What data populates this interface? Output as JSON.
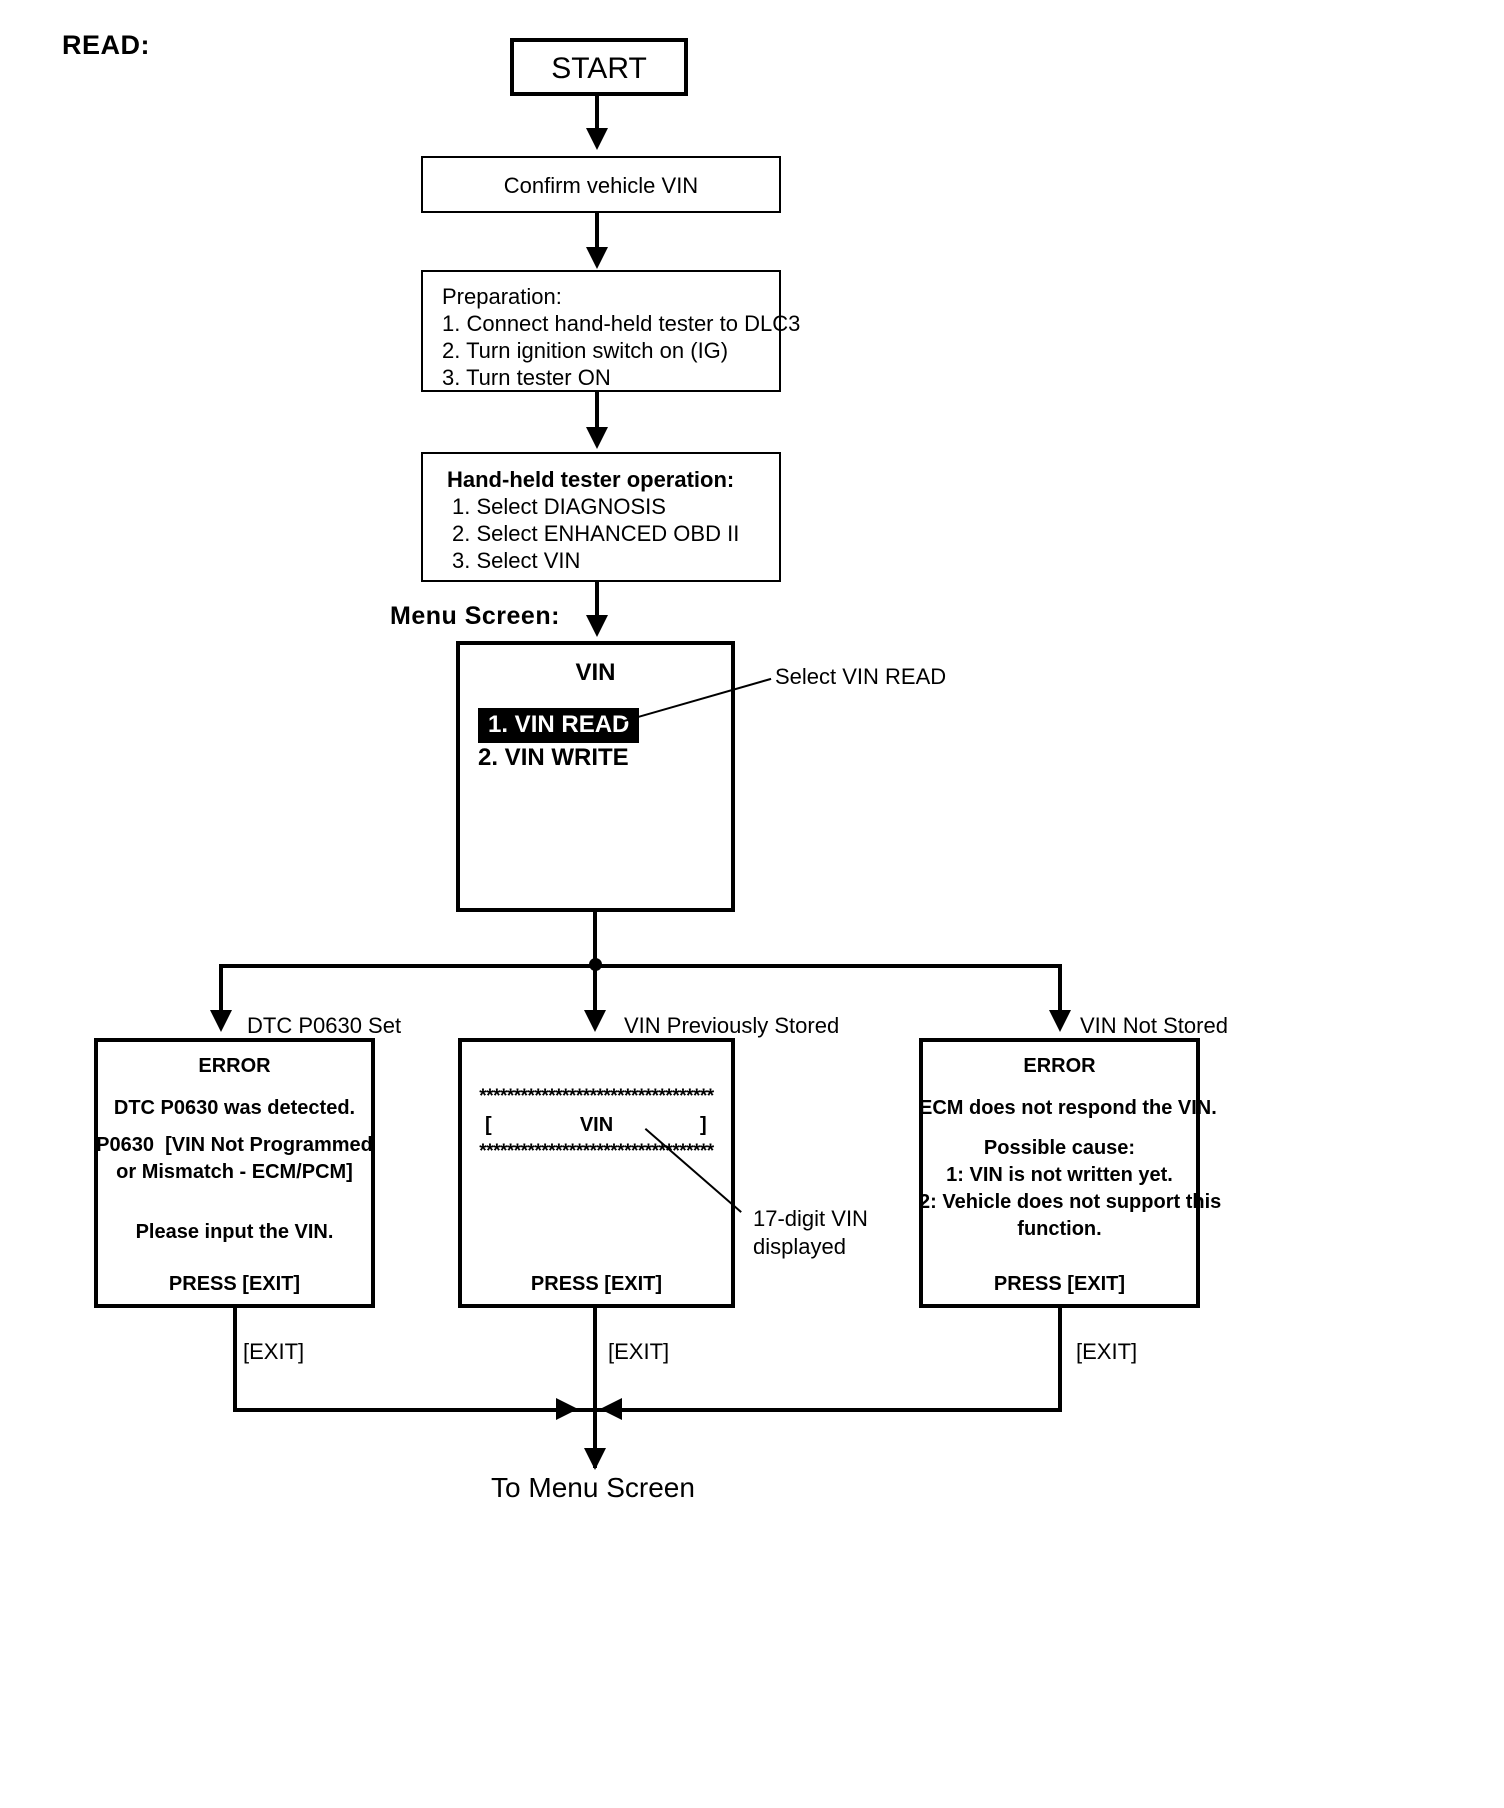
{
  "page": {
    "section_title": "READ:",
    "menu_screen_label": "Menu Screen:",
    "footer": "To Menu Screen"
  },
  "flow": {
    "start": {
      "label": "START"
    },
    "confirm": {
      "label": "Confirm vehicle VIN"
    },
    "preparation": {
      "heading": "Preparation:",
      "steps": [
        "1. Connect hand-held tester to DLC3",
        "2. Turn ignition switch on (IG)",
        "3. Turn tester ON"
      ]
    },
    "tester_operation": {
      "heading": "Hand-held tester operation:",
      "steps": [
        "1. Select DIAGNOSIS",
        "2. Select ENHANCED OBD II",
        "3. Select VIN"
      ]
    },
    "menu_screen": {
      "title": "VIN",
      "items": [
        {
          "label": "1. VIN READ",
          "selected": true
        },
        {
          "label": "2. VIN WRITE",
          "selected": false
        }
      ],
      "annotation": "Select VIN READ"
    }
  },
  "branches": [
    {
      "condition": "DTC P0630 Set",
      "exit_label": "[EXIT]",
      "screen": {
        "title": "ERROR",
        "lines": [
          "DTC P0630 was detected.",
          "P0630  [VIN Not Programmed",
          "or Mismatch - ECM/PCM]",
          "Please input the VIN."
        ],
        "footer": "PRESS [EXIT]"
      }
    },
    {
      "condition": "VIN Previously Stored",
      "exit_label": "[EXIT]",
      "screen": {
        "stars_top": "**********************************",
        "vin_row_left": "[",
        "vin_row_center": "VIN",
        "vin_row_right": "]",
        "stars_bottom": "**********************************",
        "footer": "PRESS [EXIT]"
      },
      "annotation": [
        "17-digit VIN",
        "displayed"
      ]
    },
    {
      "condition": "VIN Not Stored",
      "exit_label": "[EXIT]",
      "screen": {
        "title": "ERROR",
        "lines": [
          "ECM does not respond the VIN.",
          "Possible cause:",
          "1: VIN is not written yet.",
          "2: Vehicle does not support this",
          "function."
        ],
        "footer": "PRESS [EXIT]"
      }
    }
  ],
  "colors": {
    "ink": "#000000",
    "paper": "#ffffff",
    "highlight_bg": "#000000",
    "highlight_fg": "#ffffff"
  }
}
